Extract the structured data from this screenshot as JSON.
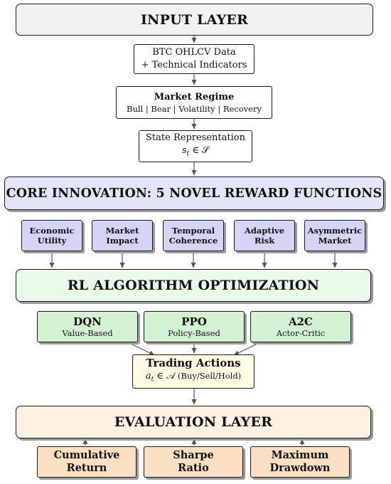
{
  "input_layer": {
    "title": "INPUT LAYER"
  },
  "btc_data": {
    "line1": "BTC OHLCV Data",
    "line2": "+ Technical Indicators"
  },
  "market_regime": {
    "title": "Market Regime",
    "subtitle": "Bull | Bear | Volatility | Recovery"
  },
  "state_representation": {
    "title": "State Representation",
    "formula_var": "s",
    "formula_sub": "t",
    "formula_rest": " ∈ 𝒮"
  },
  "core_innovation": {
    "title": "CORE INNOVATION: 5 NOVEL REWARD FUNCTIONS"
  },
  "reward_functions": [
    {
      "line1": "Economic",
      "line2": "Utility"
    },
    {
      "line1": "Market",
      "line2": "Impact"
    },
    {
      "line1": "Temporal",
      "line2": "Coherence"
    },
    {
      "line1": "Adaptive",
      "line2": "Risk"
    },
    {
      "line1": "Asymmetric",
      "line2": "Market"
    }
  ],
  "rl_optimization": {
    "title": "RL ALGORITHM OPTIMIZATION"
  },
  "algorithms": [
    {
      "name": "DQN",
      "type": "Value-Based"
    },
    {
      "name": "PPO",
      "type": "Policy-Based"
    },
    {
      "name": "A2C",
      "type": "Actor-Critic"
    }
  ],
  "trading_actions": {
    "title": "Trading Actions",
    "formula_var": "a",
    "formula_sub": "t",
    "formula_rest": " ∈ 𝒜",
    "formula_note": " (Buy/Sell/Hold)"
  },
  "evaluation_layer": {
    "title": "EVALUATION LAYER"
  },
  "metrics": [
    {
      "line1": "Cumulative",
      "line2": "Return"
    },
    {
      "line1": "Sharpe",
      "line2": "Ratio"
    },
    {
      "line1": "Maximum",
      "line2": "Drawdown"
    }
  ],
  "colors": {
    "input_fill": "#f2f2f2",
    "white_fill": "#ffffff",
    "core_fill": "#e4e4fb",
    "reward_fill": "#d4d4f6",
    "rl_fill": "#eafaea",
    "algo_fill": "#d3f2d3",
    "action_fill": "#fdfde6",
    "eval_fill": "#fdf1e4",
    "metric_fill": "#fbdfc2",
    "arrow": "#444444"
  }
}
